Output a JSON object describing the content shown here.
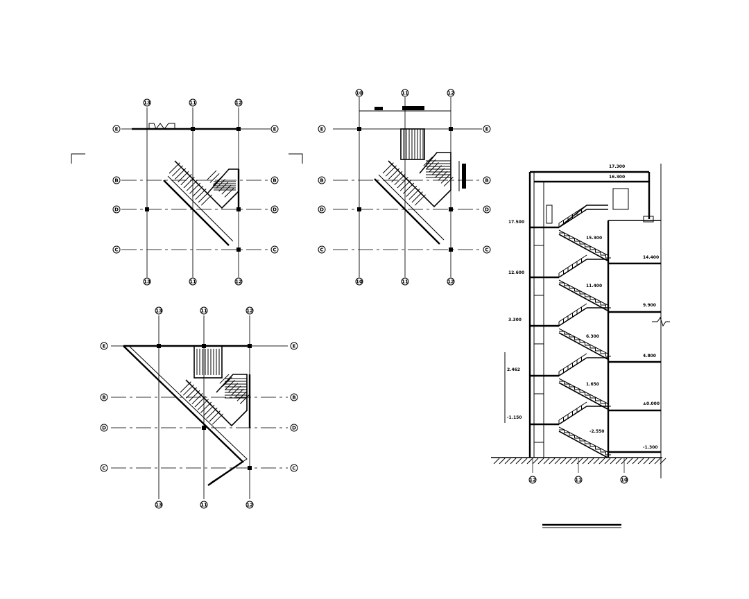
{
  "plans": {
    "p1": {
      "cols": [
        "13",
        "11",
        "12"
      ],
      "rows": [
        "E",
        "B",
        "D",
        "C"
      ]
    },
    "p2": {
      "cols": [
        "10",
        "11",
        "12"
      ],
      "rows": [
        "E",
        "B",
        "D",
        "C"
      ]
    },
    "p3": {
      "cols": [
        "13",
        "11",
        "12"
      ],
      "rows": [
        "E",
        "B",
        "D",
        "C"
      ]
    }
  },
  "section": {
    "axis_labels": [
      "12",
      "11",
      "10"
    ],
    "roof_levels": [
      "17.300",
      "16.300"
    ],
    "left_levels": [
      "17.500",
      "12.600",
      "3.300",
      "2.462",
      "-1.150"
    ],
    "landing_levels": [
      "15.300",
      "11.400",
      "6.300",
      "1.650",
      "-2.550"
    ],
    "right_levels": [
      "14.400",
      "9.900",
      "4.800",
      "±0.000",
      "-1.300"
    ]
  }
}
